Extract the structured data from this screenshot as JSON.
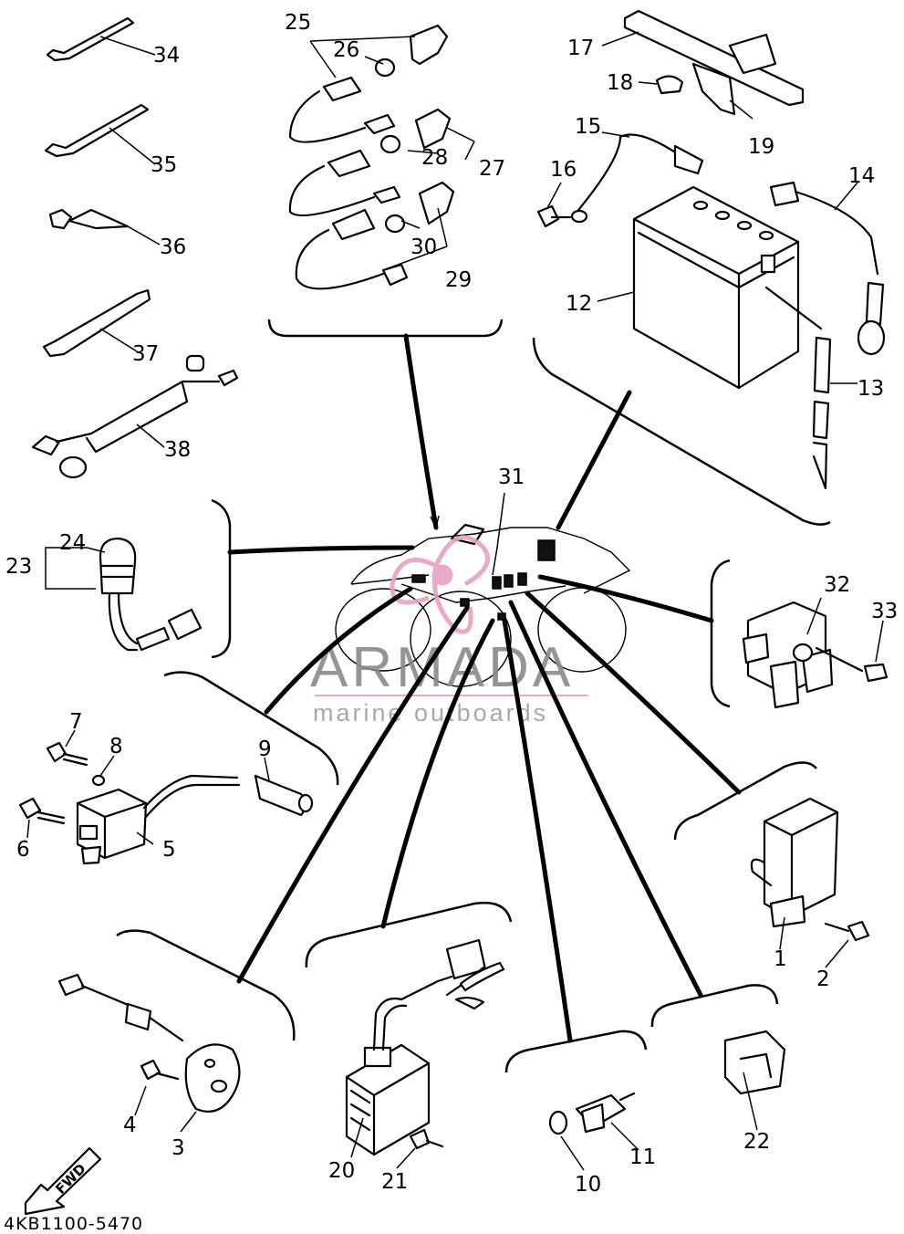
{
  "diagram": {
    "doc_code": "4KB1100-5470",
    "fwd_label": "FWD",
    "watermark": {
      "brand": "ARMADA",
      "tagline": "marine outboards",
      "color": "#e8a0c0"
    },
    "labels": {
      "p1": "1",
      "p2": "2",
      "p3": "3",
      "p4": "4",
      "p5": "5",
      "p6": "6",
      "p7": "7",
      "p8": "8",
      "p9": "9",
      "p10": "10",
      "p11": "11",
      "p12": "12",
      "p13": "13",
      "p14": "14",
      "p15": "15",
      "p16": "16",
      "p17": "17",
      "p18": "18",
      "p19": "19",
      "p20": "20",
      "p21": "21",
      "p22": "22",
      "p23": "23",
      "p24": "24",
      "p25": "25",
      "p26": "26",
      "p27": "27",
      "p28": "28",
      "p29": "29",
      "p30": "30",
      "p31": "31",
      "p32": "32",
      "p33": "33",
      "p34": "34",
      "p35": "35",
      "p36": "36",
      "p37": "37",
      "p38": "38"
    }
  }
}
